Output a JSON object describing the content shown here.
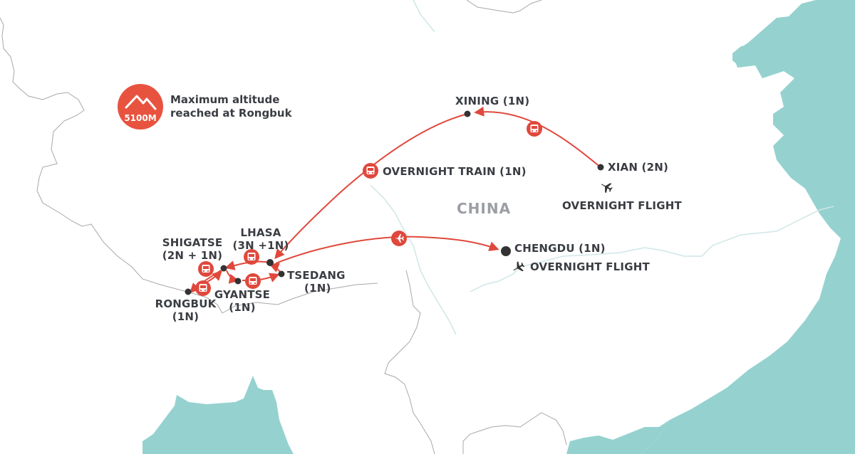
{
  "map": {
    "country_label": "CHINA",
    "colors": {
      "route": "#e0483c",
      "sea": "#95d2cf",
      "land": "#ffffff",
      "border": "#a8a8a8",
      "river": "#cfe6e8",
      "stop": "#333333",
      "label": "#3a3d42"
    }
  },
  "legend": {
    "badge_value": "5100M",
    "icon": "mountain-icon",
    "line1": "Maximum altitude",
    "line2": "reached at Rongbuk"
  },
  "stops": [
    {
      "id": "xian",
      "label": "XIAN (2N)"
    },
    {
      "id": "xining",
      "label": "XINING (1N)"
    },
    {
      "id": "lhasa",
      "line1": "LHASA",
      "line2": "(3N +1N)"
    },
    {
      "id": "shigatse",
      "line1": "SHIGATSE",
      "line2": "(2N + 1N)"
    },
    {
      "id": "gyantse",
      "line1": "GYANTSE",
      "line2": "(1N)"
    },
    {
      "id": "rongbuk",
      "line1": "RONGBUK",
      "line2": "(1N)"
    },
    {
      "id": "tsedang",
      "line1": "TSEDANG",
      "line2": "(1N)"
    },
    {
      "id": "chengdu",
      "label": "CHENGDU (1N)"
    }
  ],
  "transport_notes": {
    "overnight_train": "OVERNIGHT TRAIN (1N)",
    "xian_flight": "OVERNIGHT FLIGHT",
    "chengdu_flight": "OVERNIGHT FLIGHT"
  },
  "legs": [
    {
      "from": "XIAN",
      "to": "XINING",
      "mode": "train"
    },
    {
      "from": "XINING",
      "to": "LHASA",
      "mode": "train"
    },
    {
      "from": "LHASA",
      "to": "SHIGATSE",
      "mode": "bus"
    },
    {
      "from": "SHIGATSE",
      "to": "RONGBUK",
      "mode": "bus"
    },
    {
      "from": "RONGBUK",
      "to": "SHIGATSE",
      "mode": "bus"
    },
    {
      "from": "SHIGATSE",
      "to": "GYANTSE",
      "mode": "bus"
    },
    {
      "from": "GYANTSE",
      "to": "TSEDANG",
      "mode": "bus"
    },
    {
      "from": "TSEDANG",
      "to": "LHASA",
      "mode": "bus"
    },
    {
      "from": "LHASA",
      "to": "CHENGDU",
      "mode": "flight"
    }
  ]
}
